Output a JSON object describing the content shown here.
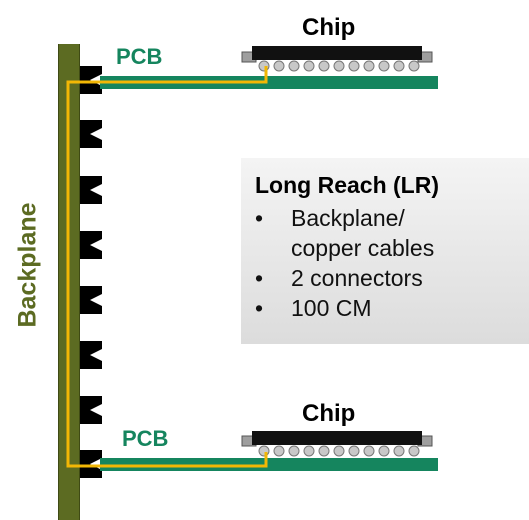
{
  "labels": {
    "backplane": "Backplane",
    "pcb_top": "PCB",
    "pcb_bottom": "PCB",
    "chip_top": "Chip",
    "chip_bottom": "Chip"
  },
  "info_box": {
    "title": "Long Reach (LR)",
    "bullets": [
      {
        "symbol": "•",
        "text": "Backplane/\ncopper cables"
      },
      {
        "symbol": "•",
        "text": "2 connectors"
      },
      {
        "symbol": "•",
        "text": "100 CM"
      }
    ]
  },
  "colors": {
    "backplane": "#5c6b22",
    "pcb": "#15855e",
    "trace": "#f2b705",
    "chip": "#111111",
    "solder": "#bfbfbf"
  }
}
